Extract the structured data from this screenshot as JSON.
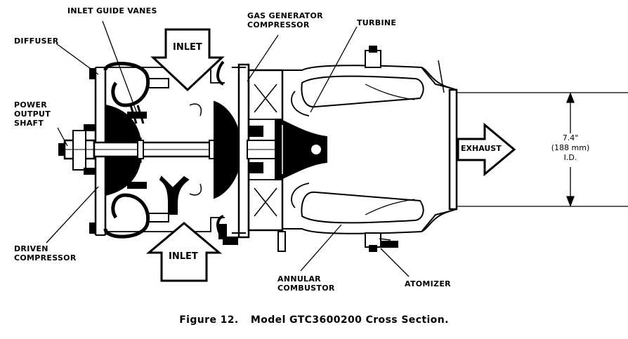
{
  "labels": {
    "inlet_guide_vanes": "INLET GUIDE VANES",
    "diffuser": "DIFFUSER",
    "gas_generator_compressor": [
      "GAS GENERATOR",
      "COMPRESSOR"
    ],
    "turbine": "TURBINE",
    "power_output_shaft": [
      "POWER",
      "OUTPUT",
      "SHAFT"
    ],
    "driven_compressor": [
      "DRIVEN",
      "COMPRESSOR"
    ],
    "annular_combustor": [
      "ANNULAR",
      "COMBUSTOR"
    ],
    "atomizer": "ATOMIZER",
    "inlet_top": "INLET",
    "inlet_bottom": "INLET",
    "exhaust": "EXHAUST",
    "dimension": [
      "7.4\"",
      "(188 mm)",
      "I.D."
    ]
  },
  "caption": {
    "figure": "Figure 12.",
    "title": "Model GTC3600200 Cross Section."
  }
}
